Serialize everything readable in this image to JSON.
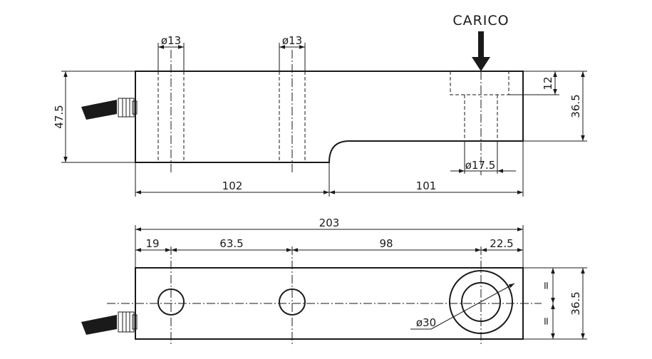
{
  "load_label": "CARICO",
  "side_view": {
    "hole_left_dia": "ø13",
    "hole_mid_dia": "ø13",
    "height_total": "47.5",
    "height_right": "36.5",
    "counterbore_depth": "12",
    "bore_dia": "ø17.5",
    "len_left": "102",
    "len_right": "101"
  },
  "top_view": {
    "total_length": "203",
    "seg_1": "19",
    "seg_2": "63.5",
    "seg_3": "98",
    "seg_4": "22.5",
    "width": "36.5",
    "equal_top": "=",
    "equal_bottom": "=",
    "counterbore_dia": "ø30"
  }
}
